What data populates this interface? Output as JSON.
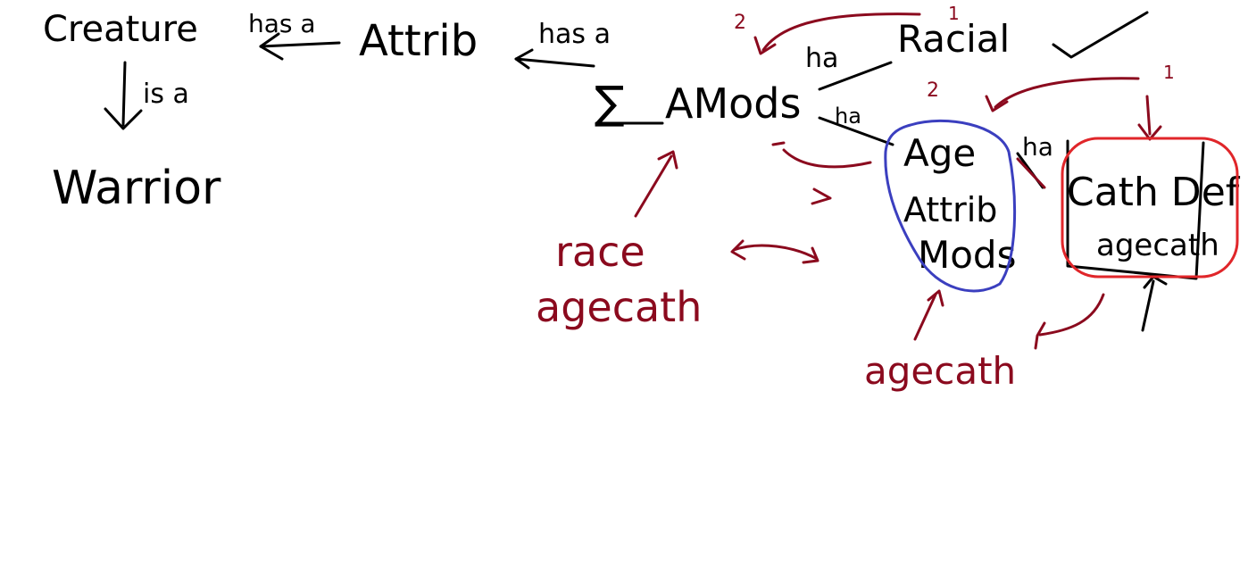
{
  "colors": {
    "ink": "#000000",
    "maroon": "#8b0a1e",
    "blue": "#3b3fbf",
    "red": "#e0262a"
  },
  "labels": {
    "creature": "Creature",
    "has_a_1": "has a",
    "attrib": "Attrib",
    "has_a_2": "has a",
    "is_a": "is a",
    "warrior": "Warrior",
    "sum_amods": "AMods",
    "sigma": "∑",
    "racial": "Racial",
    "ha_1": "ha",
    "ha_2": "ha",
    "ha_3": "ha",
    "age_attrib_mods_1": "Age",
    "age_attrib_mods_2": "Attrib",
    "age_attrib_mods_3": "Mods",
    "cath_def": "Cath Def",
    "agecath_box": "agecath",
    "race": "race",
    "agecath_left": "agecath",
    "agecath_bottom": "agecath",
    "num_2a": "2",
    "num_1a": "1",
    "num_2b": "2",
    "num_1b": "1",
    "checkmark": "✓"
  }
}
